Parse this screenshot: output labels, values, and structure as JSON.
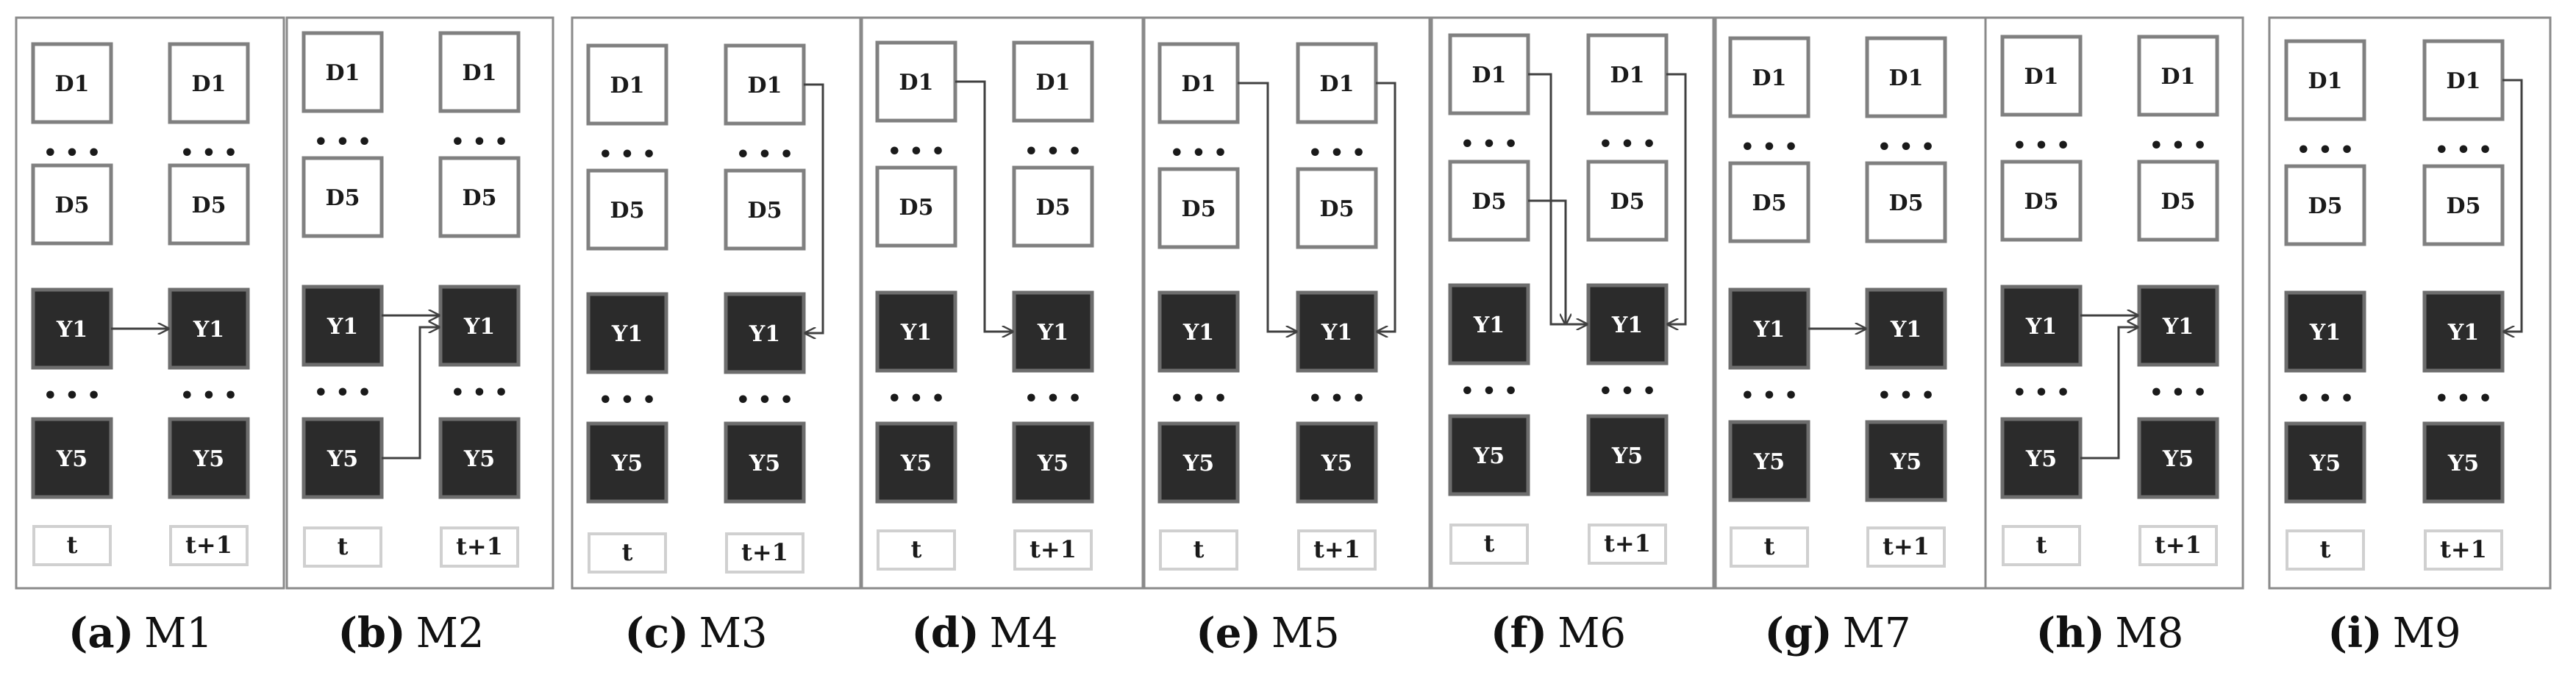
{
  "node_labels": {
    "d_top": "D1",
    "d_bottom": "D5",
    "y_top": "Y1",
    "y_bottom": "Y5"
  },
  "time_labels": {
    "left": "t",
    "right": "t+1"
  },
  "ellipsis": "• • •",
  "panels": [
    {
      "letter": "(a)",
      "name": "M1",
      "edges": [
        "Y1->Y1"
      ]
    },
    {
      "letter": "(b)",
      "name": "M2",
      "edges": [
        "Y1->Y1",
        "Y5->Y1"
      ]
    },
    {
      "letter": "(c)",
      "name": "M3",
      "edges": [
        "D1->Y1"
      ]
    },
    {
      "letter": "(d)",
      "name": "M4",
      "edges": [
        "D1->Y1"
      ]
    },
    {
      "letter": "(e)",
      "name": "M5",
      "edges": [
        "D1->Y1",
        "D1->Y1"
      ]
    },
    {
      "letter": "(f)",
      "name": "M6",
      "edges": [
        "D1->Y1",
        "D5->Y1",
        "D1->Y1"
      ]
    },
    {
      "letter": "(g)",
      "name": "M7",
      "edges": [
        "Y1->Y1"
      ]
    },
    {
      "letter": "(h)",
      "name": "M8",
      "edges": [
        "Y1->Y1",
        "Y5->Y1"
      ]
    },
    {
      "letter": "(i)",
      "name": "M9",
      "edges": [
        "D1->Y1"
      ]
    }
  ],
  "colors": {
    "dark_node": "#2b2b2b",
    "light_node": "#ffffff",
    "border": "#808080",
    "edge": "#404040"
  }
}
